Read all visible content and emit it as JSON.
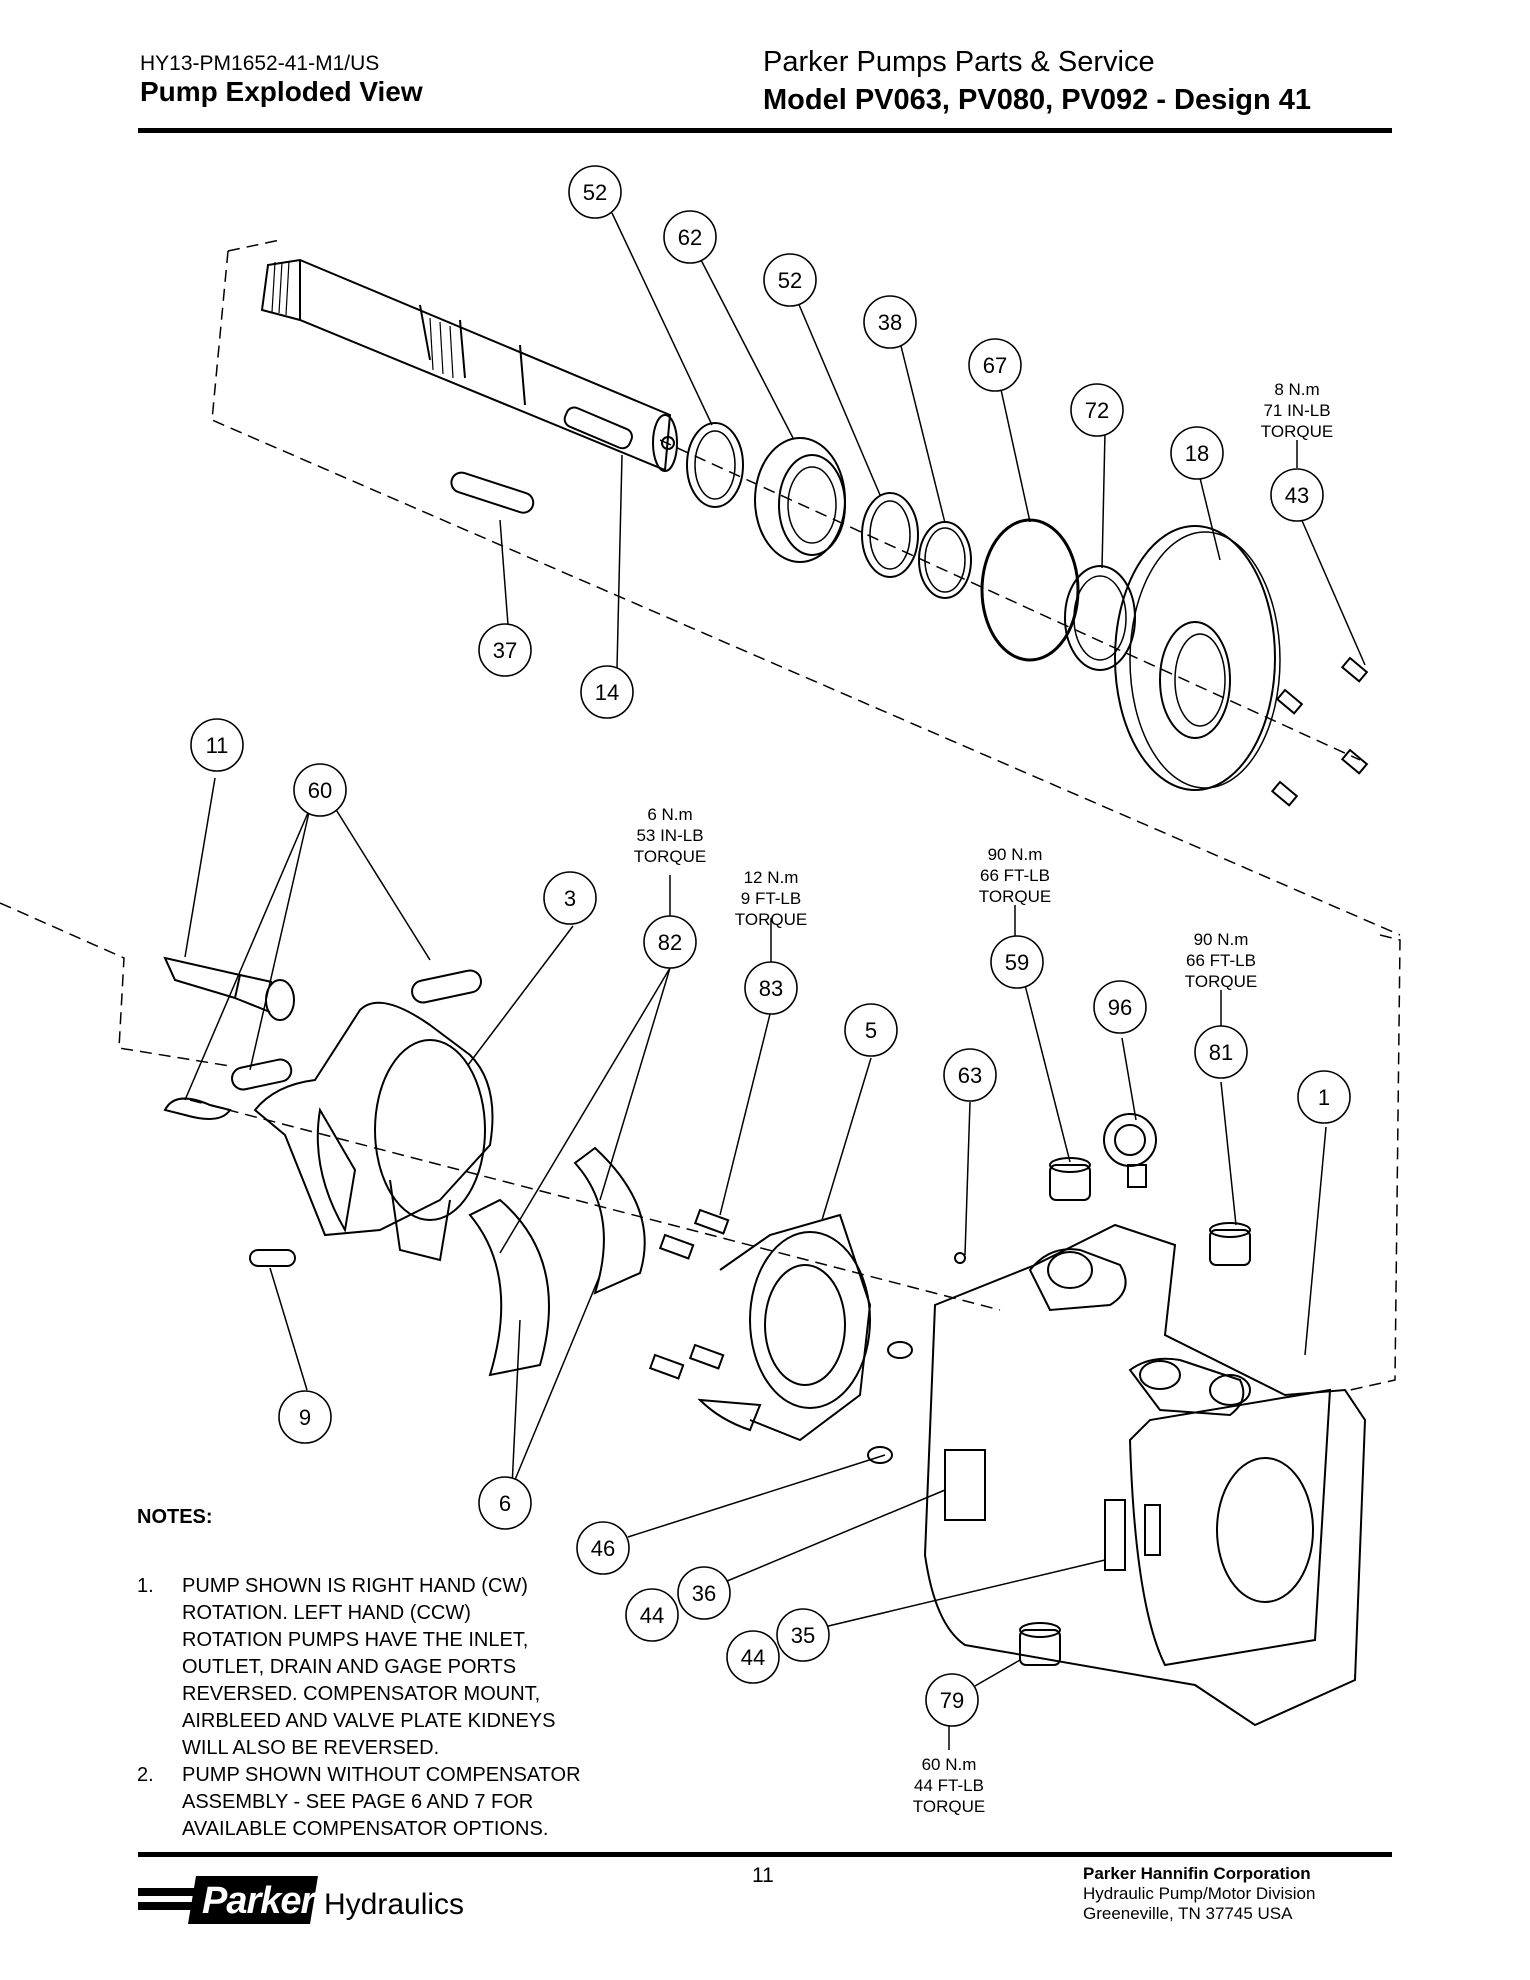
{
  "header": {
    "doc_code": "HY13-PM1652-41-M1/US",
    "section_title": "Pump Exploded View",
    "series_title": "Parker Pumps Parts & Service",
    "model_title": "Model PV063, PV080, PV092 - Design 41"
  },
  "callouts": [
    {
      "id": "c52a",
      "label": "52"
    },
    {
      "id": "c62",
      "label": "62"
    },
    {
      "id": "c52b",
      "label": "52"
    },
    {
      "id": "c38",
      "label": "38"
    },
    {
      "id": "c67",
      "label": "67"
    },
    {
      "id": "c72",
      "label": "72"
    },
    {
      "id": "c18",
      "label": "18"
    },
    {
      "id": "c43",
      "label": "43"
    },
    {
      "id": "c37",
      "label": "37"
    },
    {
      "id": "c14",
      "label": "14"
    },
    {
      "id": "c11",
      "label": "11"
    },
    {
      "id": "c60",
      "label": "60"
    },
    {
      "id": "c3",
      "label": "3"
    },
    {
      "id": "c82",
      "label": "82"
    },
    {
      "id": "c83",
      "label": "83"
    },
    {
      "id": "c5",
      "label": "5"
    },
    {
      "id": "c59",
      "label": "59"
    },
    {
      "id": "c96",
      "label": "96"
    },
    {
      "id": "c63",
      "label": "63"
    },
    {
      "id": "c81",
      "label": "81"
    },
    {
      "id": "c1",
      "label": "1"
    },
    {
      "id": "c9",
      "label": "9"
    },
    {
      "id": "c6",
      "label": "6"
    },
    {
      "id": "c46",
      "label": "46"
    },
    {
      "id": "c36",
      "label": "36"
    },
    {
      "id": "c44a",
      "label": "44"
    },
    {
      "id": "c35",
      "label": "35"
    },
    {
      "id": "c44b",
      "label": "44"
    },
    {
      "id": "c79",
      "label": "79"
    }
  ],
  "torque_notes": [
    {
      "id": "t43",
      "lines": [
        "8 N.m",
        "71 IN-LB",
        "TORQUE"
      ]
    },
    {
      "id": "t82",
      "lines": [
        "6 N.m",
        "53 IN-LB",
        "TORQUE"
      ]
    },
    {
      "id": "t83",
      "lines": [
        "12 N.m",
        "9 FT-LB",
        "TORQUE"
      ]
    },
    {
      "id": "t59",
      "lines": [
        "90 N.m",
        "66 FT-LB",
        "TORQUE"
      ]
    },
    {
      "id": "t81",
      "lines": [
        "90 N.m",
        "66 FT-LB",
        "TORQUE"
      ]
    },
    {
      "id": "t79",
      "lines": [
        "60 N.m",
        "44 FT-LB",
        "TORQUE"
      ]
    }
  ],
  "notes": {
    "title": "NOTES:",
    "items": [
      {
        "num": "1.",
        "lines": [
          "PUMP SHOWN IS RIGHT HAND (CW)",
          "ROTATION.  LEFT HAND (CCW)",
          "ROTATION PUMPS HAVE THE INLET,",
          "OUTLET, DRAIN AND GAGE PORTS",
          "REVERSED.  COMPENSATOR MOUNT,",
          "AIRBLEED AND VALVE PLATE KIDNEYS",
          "WILL ALSO BE REVERSED."
        ]
      },
      {
        "num": "2.",
        "lines": [
          "PUMP SHOWN WITHOUT COMPENSATOR",
          "ASSEMBLY - SEE PAGE 6 AND 7 FOR",
          "AVAILABLE COMPENSATOR OPTIONS."
        ]
      }
    ]
  },
  "footer": {
    "page_number": "11",
    "logo_word": "Parker",
    "logo_suffix": "Hydraulics",
    "corp_name": "Parker Hannifin Corporation",
    "corp_division": "Hydraulic Pump/Motor Division",
    "corp_address": "Greeneville,  TN  37745  USA"
  }
}
